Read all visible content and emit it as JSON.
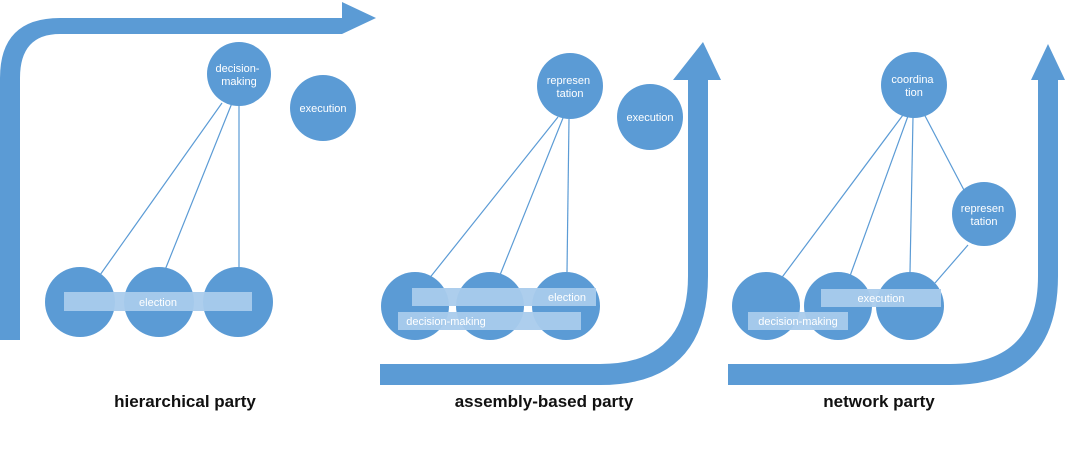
{
  "colors": {
    "arrow": "#5b9bd5",
    "node": "#5b9bd5",
    "line": "#5b9bd5",
    "bar": "#a9cbec",
    "node_text": "#ffffff",
    "title_text": "#111111"
  },
  "panels": [
    {
      "title": "hierarchical party",
      "top_nodes": [
        {
          "label_lines": [
            "decision-",
            "making"
          ]
        },
        {
          "label_lines": [
            "execution"
          ]
        }
      ],
      "bottom_nodes": 3,
      "bars": [
        {
          "label": "election"
        }
      ]
    },
    {
      "title": "assembly-based party",
      "top_nodes": [
        {
          "label_lines": [
            "represen",
            "tation"
          ]
        },
        {
          "label_lines": [
            "execution"
          ]
        }
      ],
      "bottom_nodes": 3,
      "bars": [
        {
          "label": "election"
        },
        {
          "label": "decision-making"
        }
      ]
    },
    {
      "title": "network party",
      "top_nodes": [
        {
          "label_lines": [
            "coordina",
            "tion"
          ]
        },
        {
          "label_lines": [
            "represen",
            "tation"
          ]
        }
      ],
      "bottom_nodes": 3,
      "bars": [
        {
          "label": "execution"
        },
        {
          "label": "decision-making"
        }
      ]
    }
  ]
}
